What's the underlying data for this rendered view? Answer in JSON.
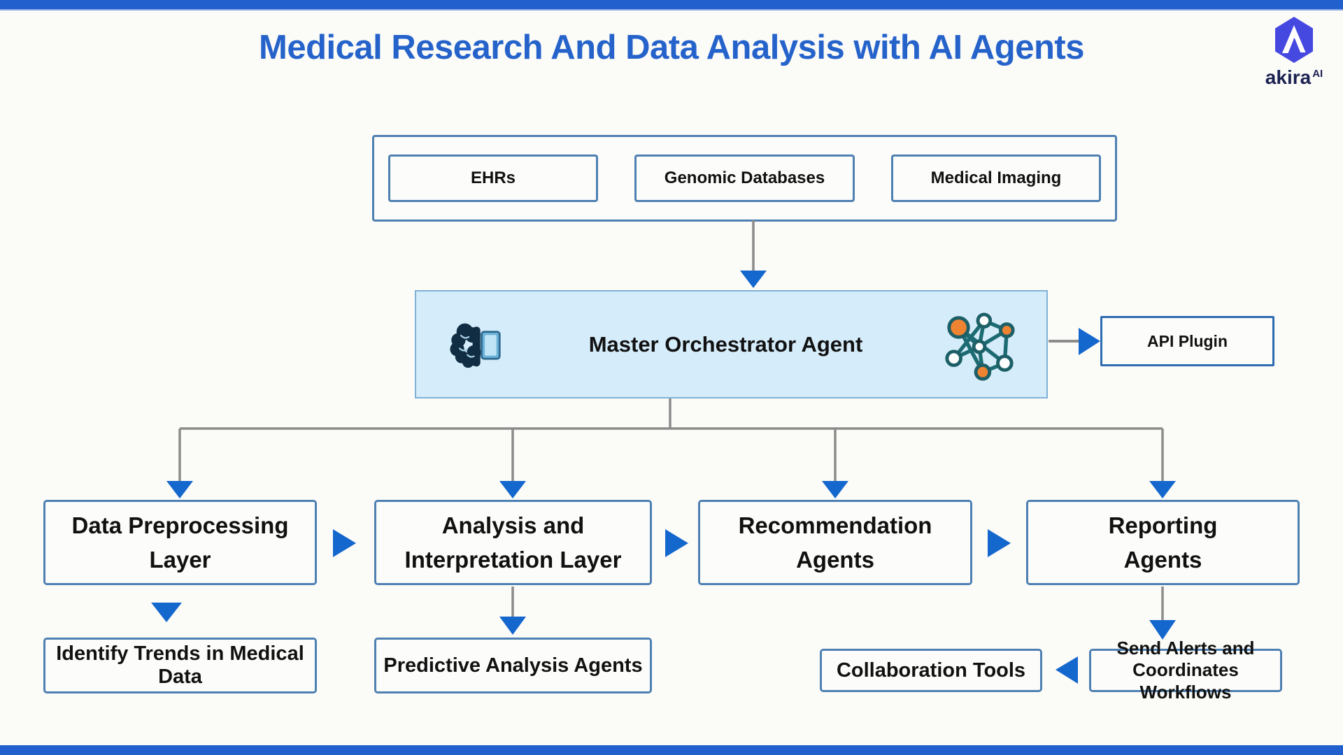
{
  "header": {
    "title": "Medical Research And Data Analysis with AI Agents",
    "logo": {
      "brand": "akira",
      "superscript": "AI"
    }
  },
  "colors": {
    "bar_blue": "#2160cd",
    "title_blue": "#2563cb",
    "arrow_blue": "#1467cd",
    "box_border_blue": "#4e80b2",
    "api_border_blue": "#2e6cb2",
    "orchestrator_fill": "#d5ecfa",
    "connector_gray": "#8c8c8c",
    "logo_indigo": "#4649e0"
  },
  "data_sources": {
    "items": [
      {
        "label": "EHRs"
      },
      {
        "label": "Genomic Databases"
      },
      {
        "label": "Medical Imaging"
      }
    ]
  },
  "orchestrator": {
    "label": "Master Orchestrator Agent",
    "icons": [
      "brain-chip-icon",
      "network-graph-icon"
    ]
  },
  "api_plugin": {
    "label": "API Plugin"
  },
  "pipeline": [
    {
      "label": "Data Preprocessing\nLayer",
      "sub": "Identify Trends in Medical Data"
    },
    {
      "label": "Analysis and\nInterpretation Layer",
      "sub": "Predictive Analysis Agents"
    },
    {
      "label": "Recommendation\nAgents"
    },
    {
      "label": "Reporting\nAgents",
      "sub": "Send Alerts and\nCoordinates Workflows"
    }
  ],
  "collaboration": {
    "label": "Collaboration Tools"
  }
}
